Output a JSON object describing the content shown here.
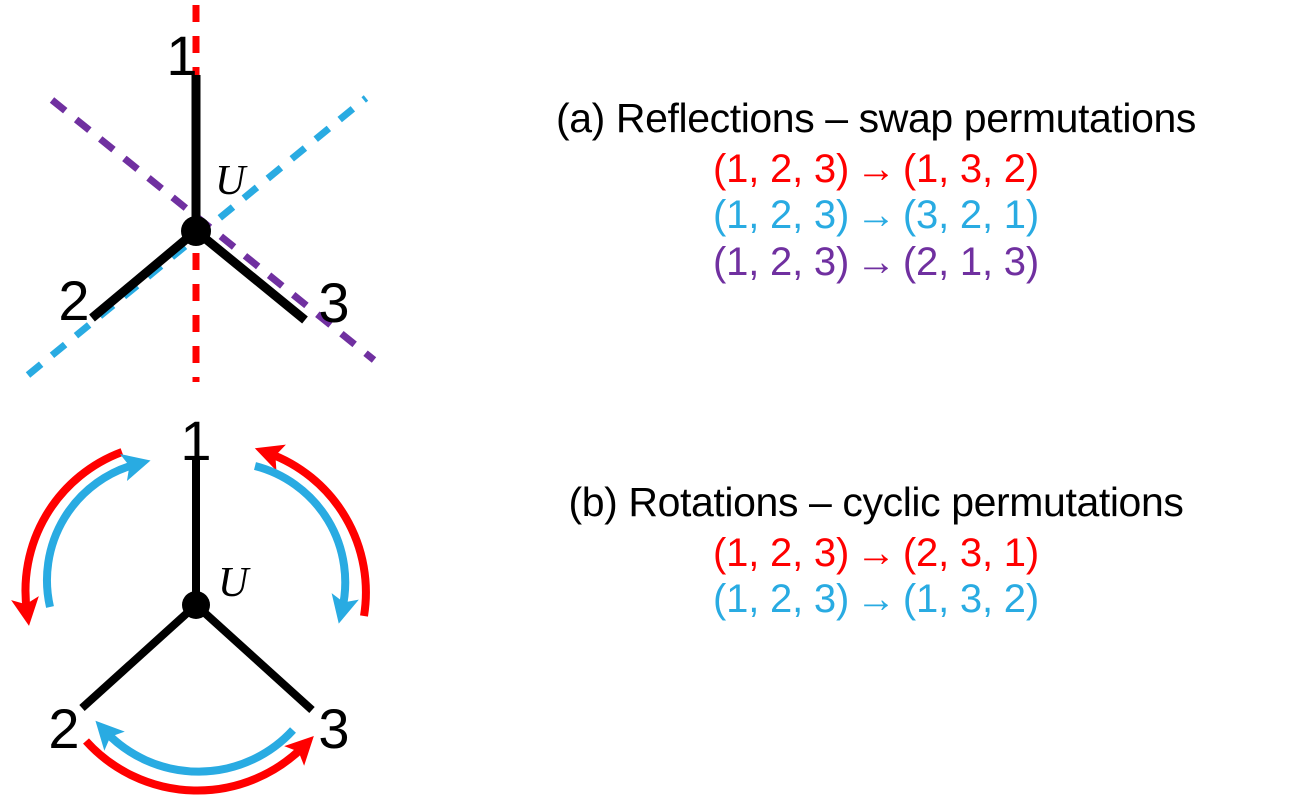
{
  "colors": {
    "red": "#FF0000",
    "cyan": "#29ABE2",
    "purple": "#7030A0",
    "black": "#000000",
    "background": "#FFFFFF"
  },
  "panel_a": {
    "heading": "(a) Reflections – swap permutations",
    "diagram": {
      "vertex_label": "U",
      "leg_labels": [
        "1",
        "2",
        "3"
      ],
      "mirror_lines": [
        {
          "name": "vertical-mirror",
          "color": "#FF0000",
          "style": "dashed",
          "fixes": "1",
          "swaps": "2↔3"
        },
        {
          "name": "diagonal-mirror-cyan",
          "color": "#29ABE2",
          "style": "dashed",
          "fixes": "2",
          "swaps": "1↔3"
        },
        {
          "name": "diagonal-mirror-purple",
          "color": "#7030A0",
          "style": "dashed",
          "fixes": "3",
          "swaps": "1↔2"
        }
      ]
    },
    "permutations": [
      {
        "from": "(1, 2, 3)",
        "arrow": "→",
        "to": "(1, 3, 2)",
        "color": "#FF0000"
      },
      {
        "from": "(1, 2, 3)",
        "arrow": "→",
        "to": "(3, 2, 1)",
        "color": "#29ABE2"
      },
      {
        "from": "(1, 2, 3)",
        "arrow": "→",
        "to": "(2, 1, 3)",
        "color": "#7030A0"
      }
    ]
  },
  "panel_b": {
    "heading": "(b) Rotations – cyclic permutations",
    "diagram": {
      "vertex_label": "U",
      "leg_labels": [
        "1",
        "2",
        "3"
      ],
      "rotation_arcs": [
        {
          "name": "arc-left-red",
          "color": "#FF0000",
          "direction": "counterclockwise-down"
        },
        {
          "name": "arc-left-cyan",
          "color": "#29ABE2",
          "direction": "clockwise-up"
        },
        {
          "name": "arc-right-red",
          "color": "#FF0000",
          "direction": "counterclockwise-up"
        },
        {
          "name": "arc-right-cyan",
          "color": "#29ABE2",
          "direction": "clockwise-down"
        },
        {
          "name": "arc-bottom-red",
          "color": "#FF0000",
          "direction": "counterclockwise-right"
        },
        {
          "name": "arc-bottom-cyan",
          "color": "#29ABE2",
          "direction": "clockwise-left"
        }
      ]
    },
    "permutations": [
      {
        "from": "(1, 2, 3)",
        "arrow": "→",
        "to": "(2, 3, 1)",
        "color": "#FF0000"
      },
      {
        "from": "(1, 2, 3)",
        "arrow": "→",
        "to": "(1, 3, 2)",
        "color": "#29ABE2"
      }
    ]
  }
}
